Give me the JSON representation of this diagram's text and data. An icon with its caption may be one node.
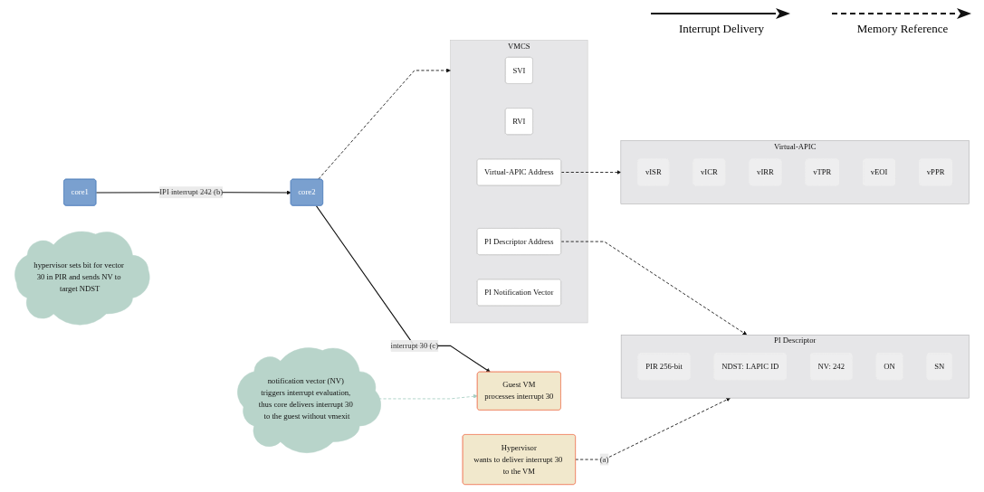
{
  "diagram": {
    "nodes": [
      {
        "text": [
          "notification vector (NV) triggers interrupt evaluation, thus core delivers interrupt 30 to the guest without vmexit"
        ]
      },
      {
        "text": [
          "Hypervisor",
          "wants to deliver interrupt 30 to the VM"
        ]
      },
      {
        "text": [
          "core1"
        ]
      },
      {
        "text": [
          "Guest VM",
          "processes interrupt 30"
        ]
      },
      {
        "text": [
          "core2"
        ]
      },
      {
        "text": [
          "hypervisor sets bit for vector 30 in PIR and sends NV to target NDST"
        ]
      },
      {
        "text": [
          "VMCS"
        ]
      },
      {
        "text": [
          "SVI"
        ],
        "in": 6
      },
      {
        "text": [
          "RVI"
        ],
        "in": 6
      },
      {
        "text": [
          "Virtual-APIC Address"
        ],
        "in": 6
      },
      {
        "text": [
          "PI Descriptor Address"
        ],
        "in": 6
      },
      {
        "text": [
          "PI Notification Vector"
        ],
        "in": 6
      },
      {
        "text": [
          "PI Descriptor"
        ]
      },
      {
        "text": [
          "PIR 256-bit"
        ],
        "in": 12
      },
      {
        "text": [
          "NDST: LAPIC ID"
        ],
        "in": 12
      },
      {
        "text": [
          "NV: 242"
        ],
        "in": 12
      },
      {
        "text": [
          "ON"
        ],
        "in": 12
      },
      {
        "text": [
          "SN"
        ],
        "in": 12
      },
      {
        "text": [
          "Virtual-APIC"
        ]
      },
      {
        "text": [
          "vISR"
        ],
        "in": 18
      },
      {
        "text": [
          "vICR"
        ],
        "in": 18
      },
      {
        "text": [
          "vIRR"
        ],
        "in": 18
      },
      {
        "text": [
          "vTPR"
        ],
        "in": 18
      },
      {
        "text": [
          "vEOI"
        ],
        "in": 18
      },
      {
        "text": [
          "vPPR"
        ],
        "in": 18
      }
    ],
    "edges": [
      {
        "from": 0,
        "to": 3,
        "arrow": "to",
        "style": "dashed",
        "color": "#a8cfc4"
      },
      {
        "from": 1,
        "to": 12,
        "arrow": "to",
        "style": "dashed",
        "label": "(a)"
      },
      {
        "from": 2,
        "to": 4,
        "arrow": "to",
        "label": "IPI interrupt 242 (b)"
      },
      {
        "from": 4,
        "to": 3,
        "arrow": "to",
        "label": "interrupt 30 (c)"
      },
      {
        "from": 4,
        "to": 6,
        "arrow": "to",
        "style": "dashed"
      },
      {
        "from": 10,
        "to": 12,
        "arrow": "to",
        "style": "dashed"
      },
      {
        "from": 9,
        "to": 18,
        "arrow": "to",
        "style": "dashed"
      }
    ],
    "legend": [
      {
        "text": "Interrupt Delivery"
      },
      {
        "text": "Memory Reference"
      }
    ]
  }
}
